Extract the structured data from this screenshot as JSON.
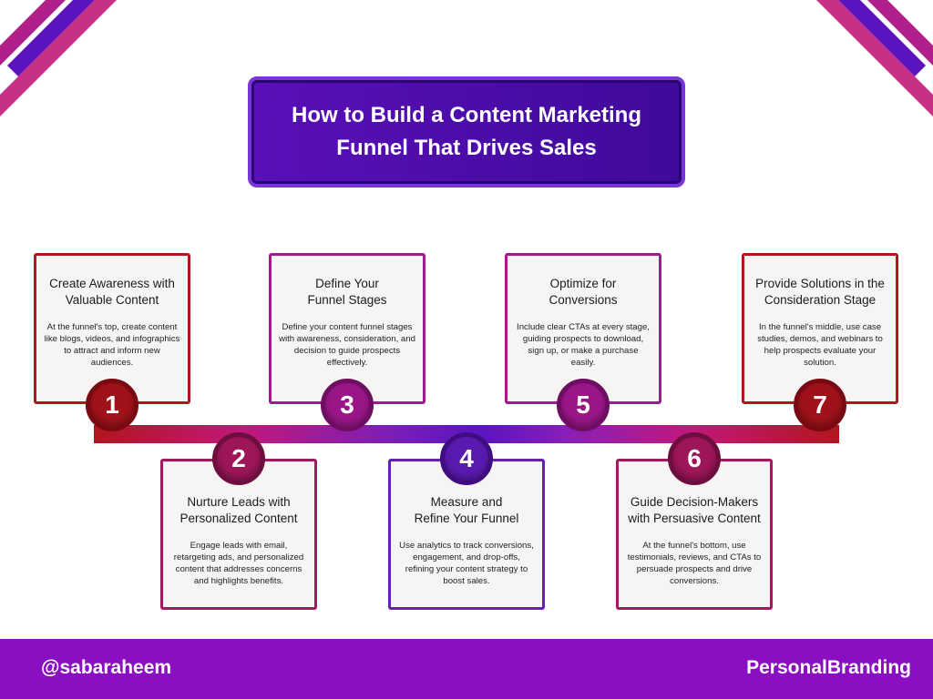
{
  "title": {
    "line1": "How to Build a Content Marketing",
    "line2": "Funnel That Drives Sales"
  },
  "steps": [
    {
      "number": "1",
      "heading_line1": "Create Awareness with",
      "heading_line2": "Valuable Content",
      "description": "At the funnel's top, create content like blogs, videos, and infographics to attract and inform new audiences.",
      "color": "#b0161e"
    },
    {
      "number": "2",
      "heading_line1": "Nurture Leads with",
      "heading_line2": "Personalized Content",
      "description": "Engage leads with email, retargeting ads, and personalized content that addresses concerns and highlights benefits.",
      "color": "#a3175e"
    },
    {
      "number": "3",
      "heading_line1": "Define Your",
      "heading_line2": "Funnel Stages",
      "description": "Define your content funnel stages with awareness, consideration, and decision to guide prospects effectively.",
      "color": "#a4178f"
    },
    {
      "number": "4",
      "heading_line1": "Measure and",
      "heading_line2": "Refine Your Funnel",
      "description": "Use analytics to track conversions, engagement, and drop-offs, refining your content strategy to boost sales.",
      "color": "#6420b4"
    },
    {
      "number": "5",
      "heading_line1": "Optimize for",
      "heading_line2": "Conversions",
      "description": "Include clear CTAs at every stage, guiding prospects to download, sign up, or make a purchase easily.",
      "color": "#a4178f"
    },
    {
      "number": "6",
      "heading_line1": "Guide Decision-Makers",
      "heading_line2": "with Persuasive Content",
      "description": "At the funnel's bottom, use testimonials, reviews, and CTAs to persuade prospects and drive conversions.",
      "color": "#a3175e"
    },
    {
      "number": "7",
      "heading_line1": "Provide Solutions in the",
      "heading_line2": "Consideration Stage",
      "description": "In the funnel's middle, use case studies, demos, and webinars to help prospects evaluate your solution.",
      "color": "#b0161e"
    }
  ],
  "footer": {
    "handle": "@sabaraheem",
    "tag": "PersonalBranding"
  },
  "colors": {
    "purple_dark": "#3f0a9a",
    "purple": "#5a0fb8",
    "magenta": "#c2187a",
    "red": "#b0161e",
    "footer": "#8a0fc0"
  }
}
